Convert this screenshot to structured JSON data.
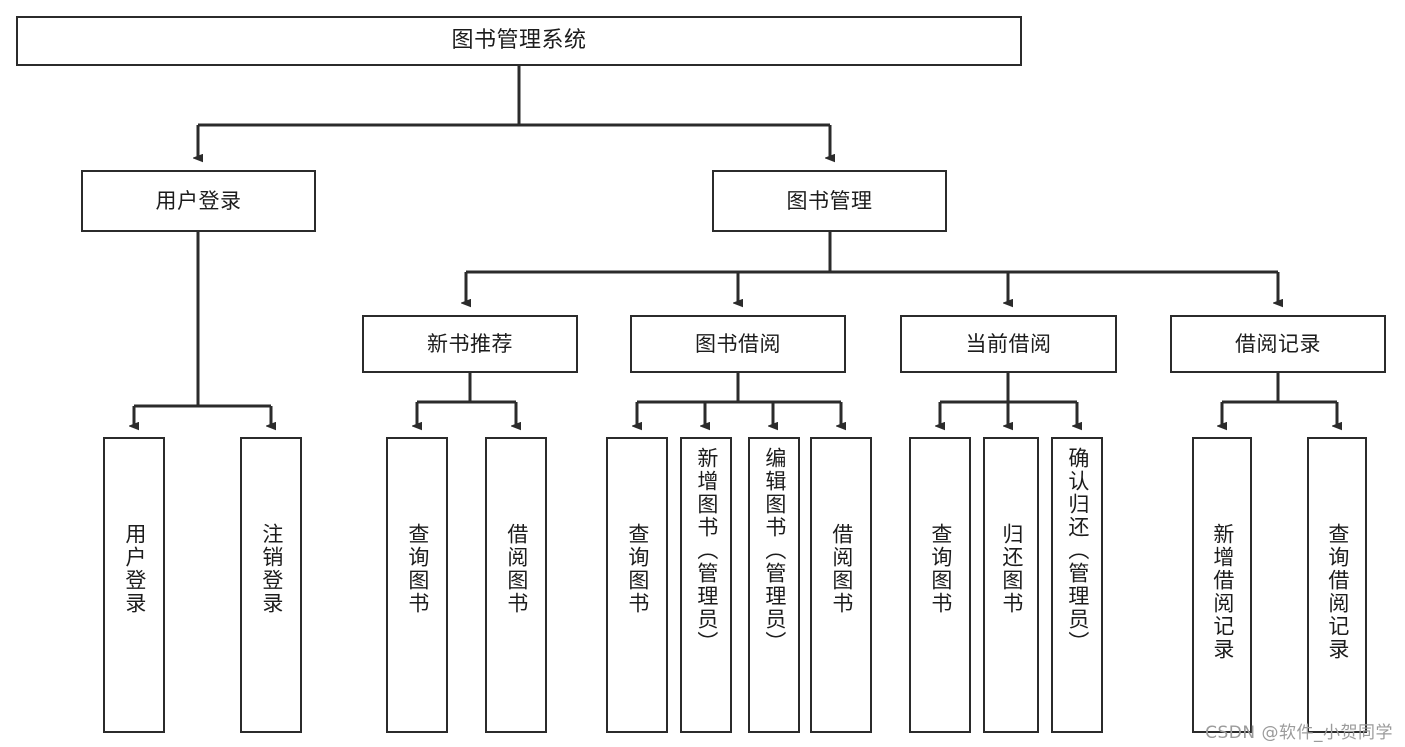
{
  "diagram": {
    "title": "图书管理系统",
    "type": "hierarchy-tree",
    "style": {
      "box_border_color": "#2b2b2b",
      "box_fill_color": "#ffffff",
      "connector_color": "#2b2b2b",
      "text_color": "#1c1c1c",
      "background_color": "#ffffff"
    },
    "nodes": {
      "root": {
        "label": "图书管理系统"
      },
      "level2": [
        {
          "label": "用户登录"
        },
        {
          "label": "图书管理"
        }
      ],
      "level3": [
        {
          "label": "新书推荐"
        },
        {
          "label": "图书借阅"
        },
        {
          "label": "当前借阅"
        },
        {
          "label": "借阅记录"
        }
      ],
      "leaves": {
        "user_login": [
          {
            "label": "用户登录"
          },
          {
            "label": "注销登录"
          }
        ],
        "new_book_recommend": [
          {
            "label": "查询图书"
          },
          {
            "label": "借阅图书"
          }
        ],
        "book_borrow": [
          {
            "label": "查询图书"
          },
          {
            "label": "新增图书（管理员）"
          },
          {
            "label": "编辑图书（管理员）"
          },
          {
            "label": "借阅图书"
          }
        ],
        "current_borrow": [
          {
            "label": "查询图书"
          },
          {
            "label": "归还图书"
          },
          {
            "label": "确认归还（管理员）"
          }
        ],
        "borrow_record": [
          {
            "label": "新增借阅记录"
          },
          {
            "label": "查询借阅记录"
          }
        ]
      }
    },
    "watermark": "CSDN @软件_小贺同学"
  }
}
